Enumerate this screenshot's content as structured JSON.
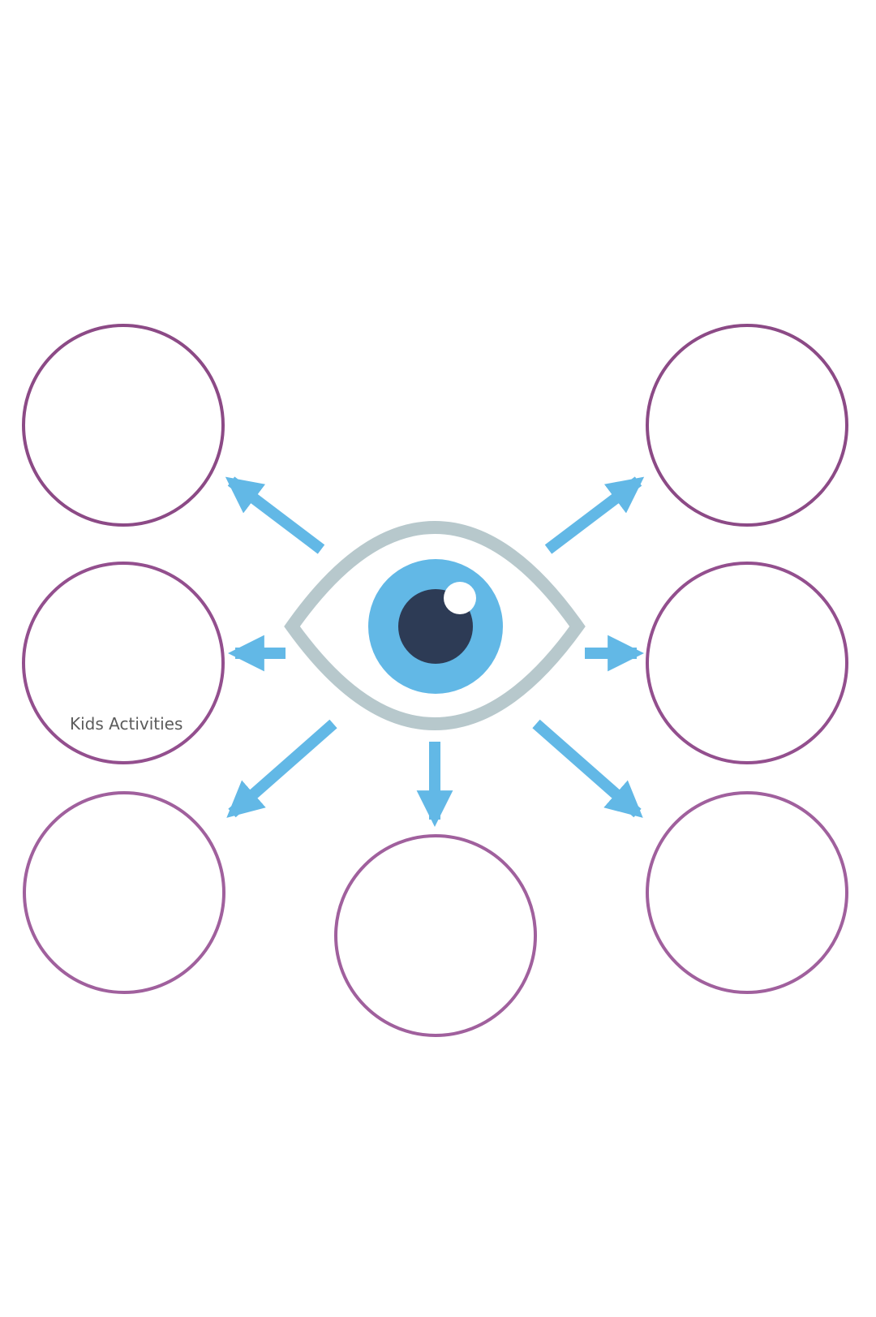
{
  "watermark": {
    "text": "Kids Activities"
  },
  "colors": {
    "circle_outline_top": "#8c4a86",
    "circle_outline_bottom": "#a0609d",
    "arrow": "#62b8e6",
    "eye_outline": "#b7c8cc",
    "iris": "#62b8e6",
    "pupil": "#2d3b55",
    "highlight": "#ffffff",
    "background": "#ffffff"
  },
  "icons": {
    "center": "eye-icon",
    "connector": "arrow-icon"
  },
  "nodes": [
    {
      "id": "top-left",
      "label": ""
    },
    {
      "id": "top-right",
      "label": ""
    },
    {
      "id": "middle-left",
      "label": ""
    },
    {
      "id": "middle-right",
      "label": ""
    },
    {
      "id": "bottom-left",
      "label": ""
    },
    {
      "id": "bottom-center",
      "label": ""
    },
    {
      "id": "bottom-right",
      "label": ""
    }
  ]
}
